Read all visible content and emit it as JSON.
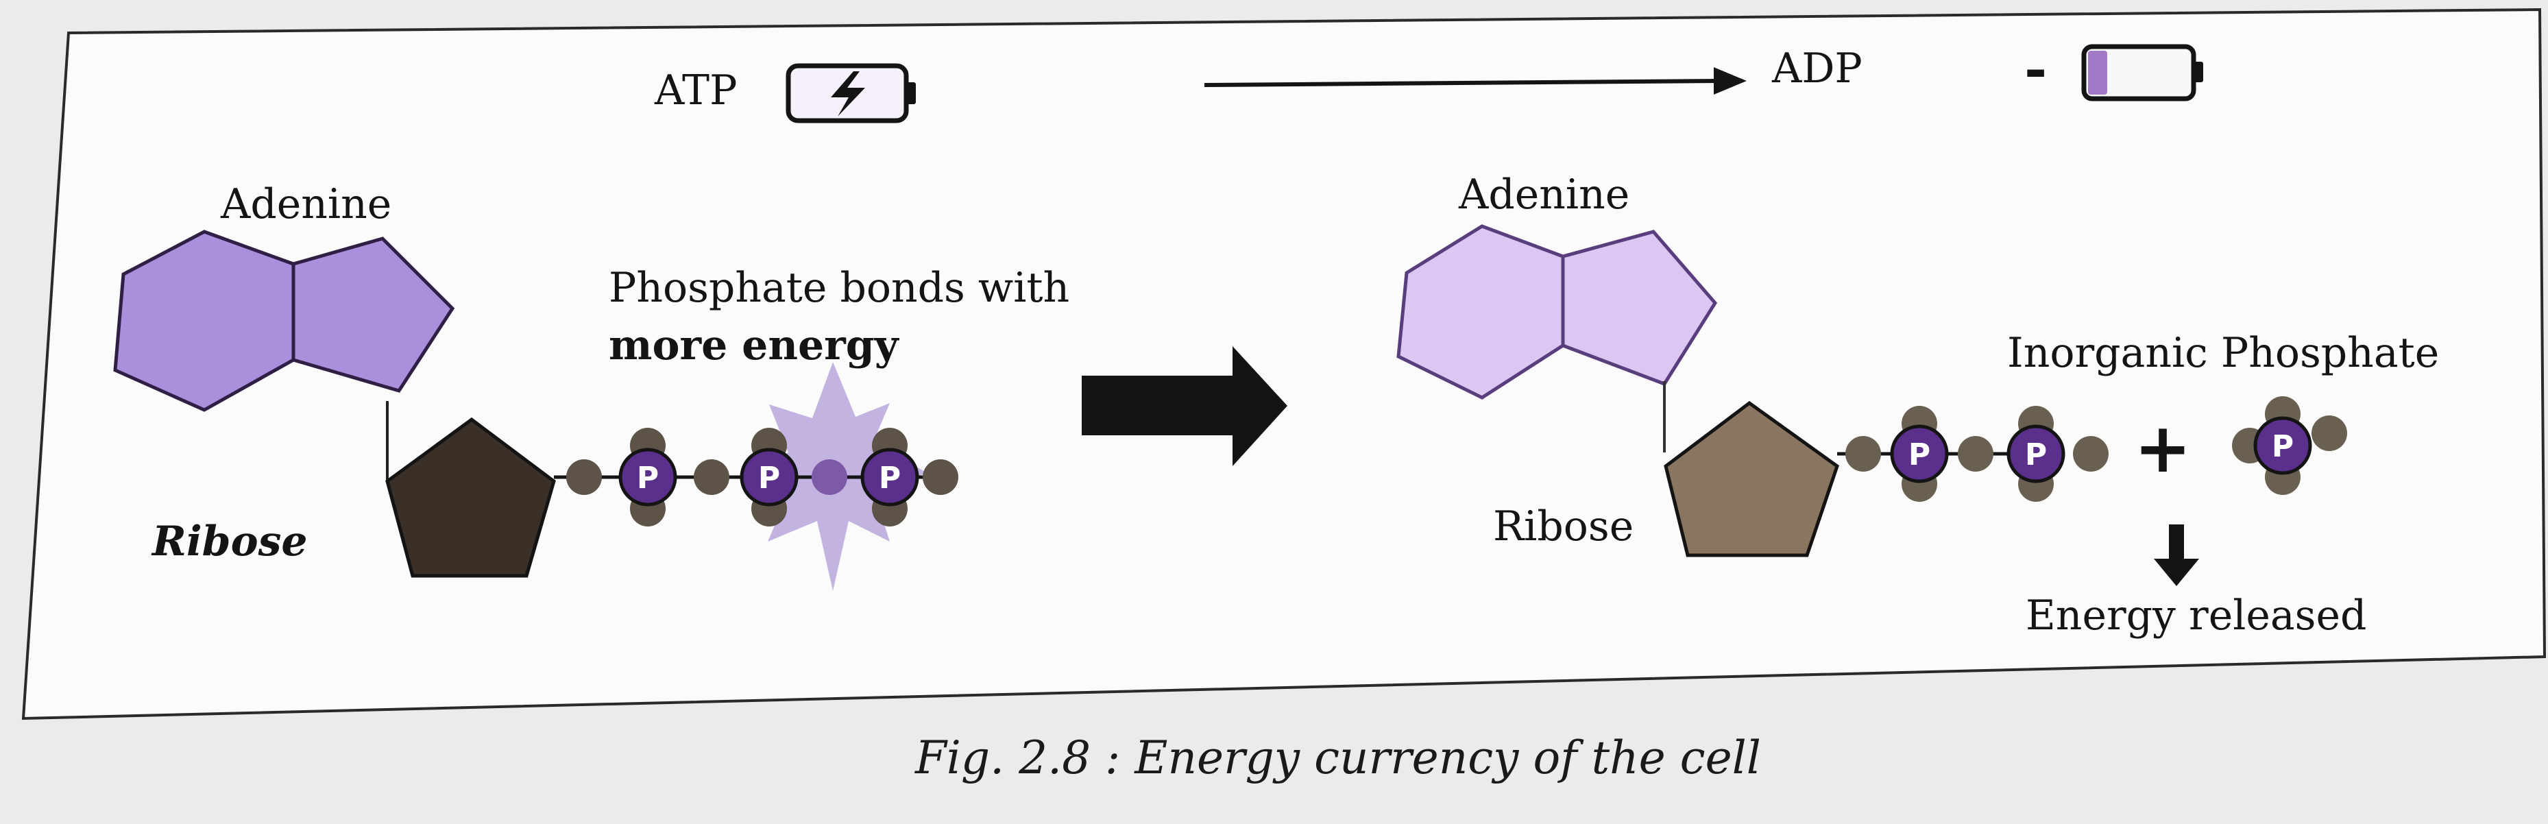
{
  "header": {
    "atp_label": "ATP",
    "adp_label": "ADP",
    "minus_sign": "-"
  },
  "atp": {
    "adenine_label": "Adenine",
    "ribose_label": "Ribose",
    "bond_label_line1": "Phosphate bonds with",
    "bond_label_line2": "more energy",
    "phosphate_letter": "P"
  },
  "adp": {
    "adenine_label": "Adenine",
    "ribose_label": "Ribose",
    "inorganic_label": "Inorganic Phosphate",
    "plus_sign": "+",
    "energy_label": "Energy released",
    "phosphate_letter": "P"
  },
  "caption": "Fig. 2.8 : Energy currency of the cell",
  "colors": {
    "adenine_left": "#a98fdc",
    "adenine_right": "#dcc6f2",
    "ribose_left": "#3b3028",
    "ribose_right": "#8a7560",
    "phosphate": "#5b2f8c",
    "phosphate_halo": "#5d5346",
    "burst": "#b9a6dc",
    "battery_charge": "#a278c8",
    "ink": "#141414"
  },
  "icons": [
    "lightning-bolt-icon",
    "full-battery-icon",
    "low-battery-icon"
  ]
}
